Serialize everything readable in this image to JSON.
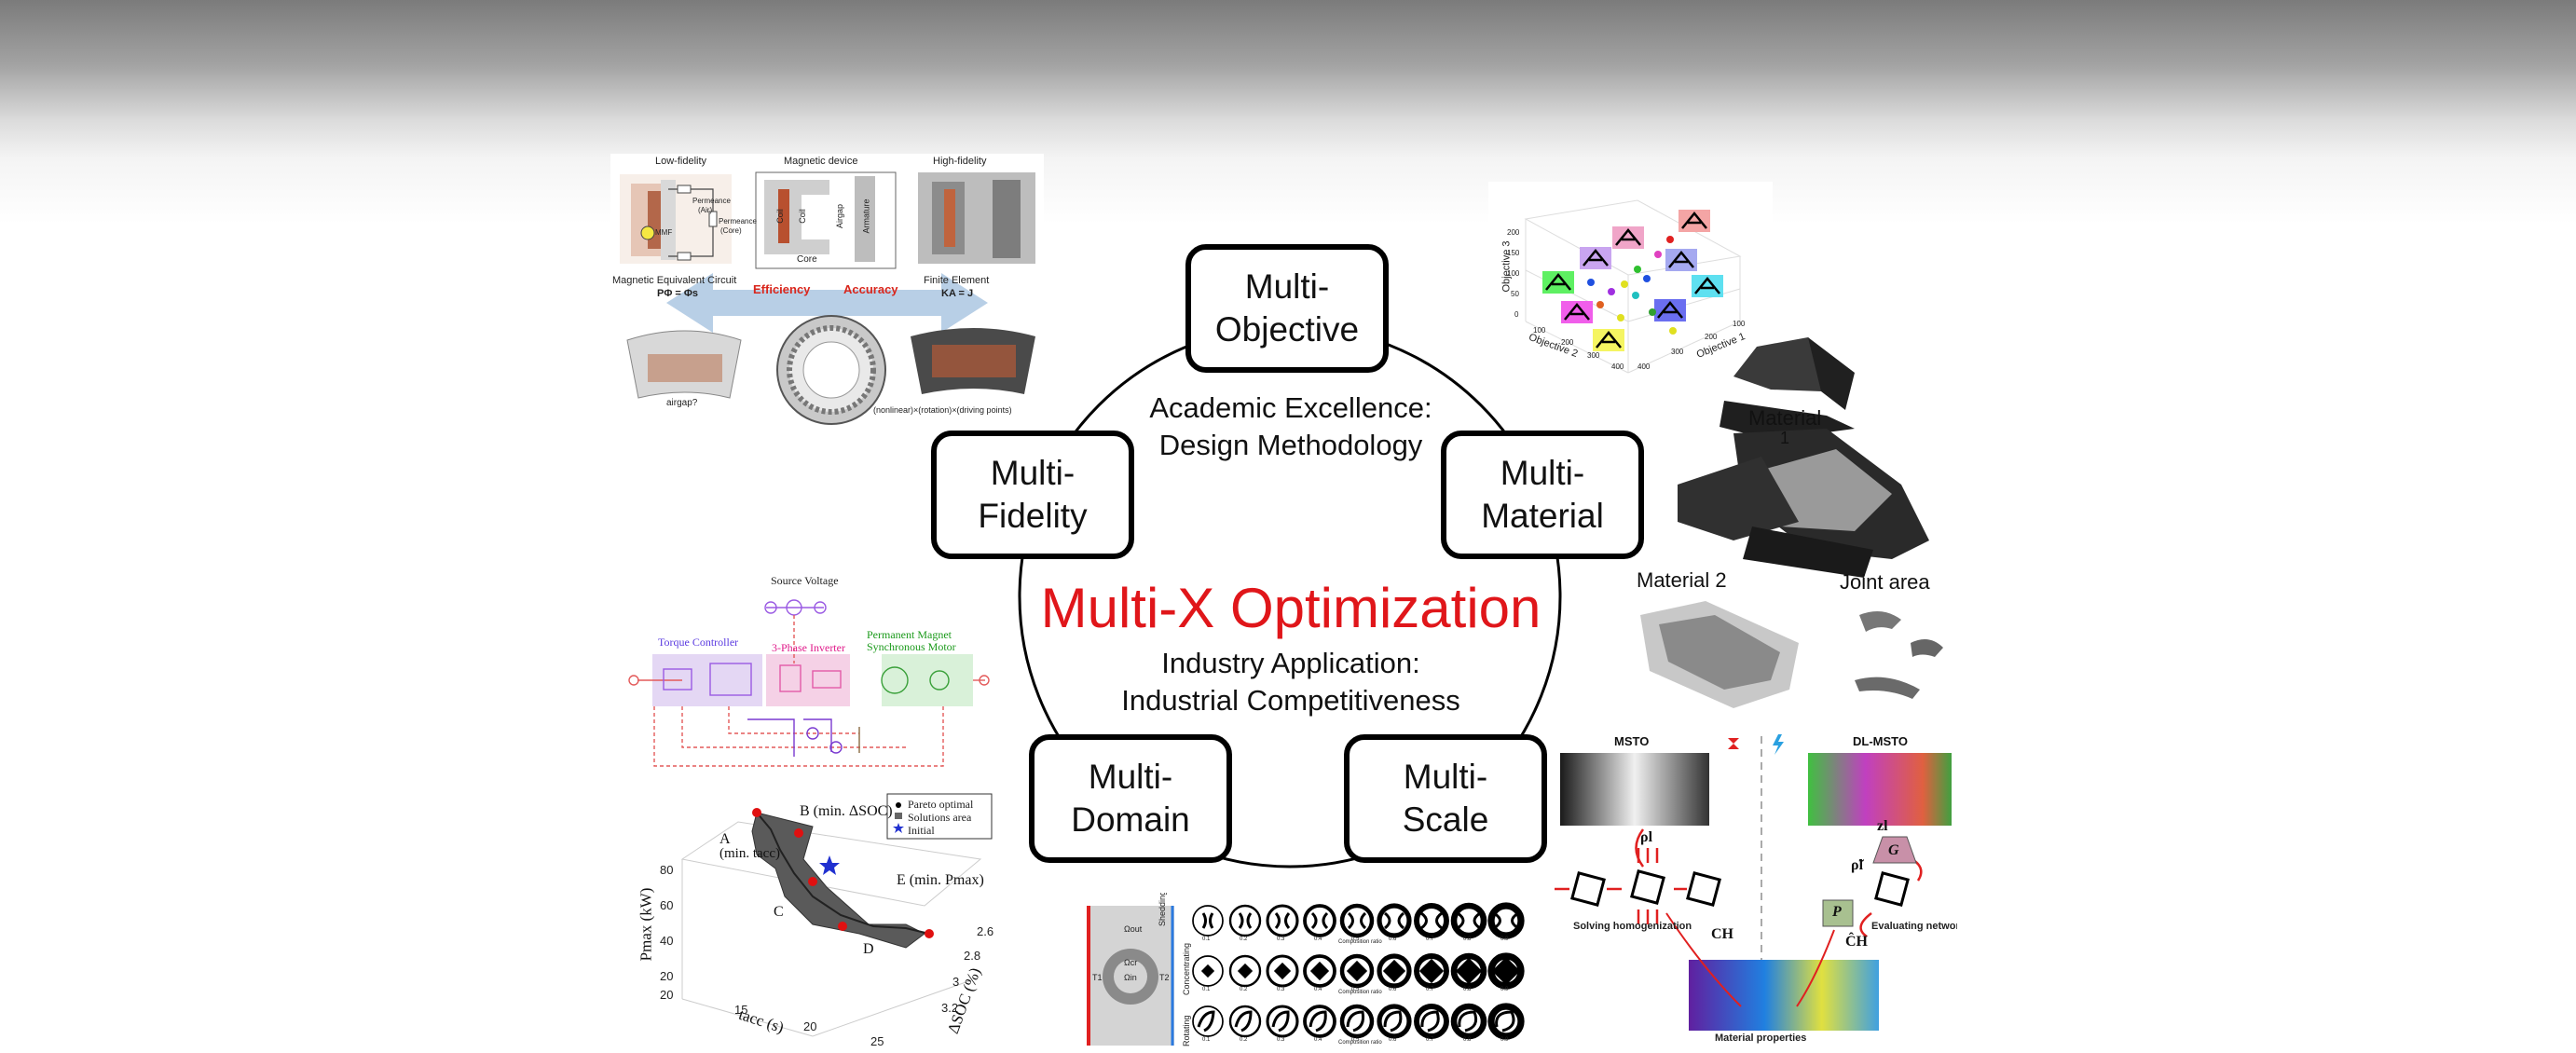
{
  "center": {
    "title": "Multi-X Optimization",
    "academic": [
      "Academic Excellence:",
      "Design Methodology"
    ],
    "industry": [
      "Industry Application:",
      "Industrial Competitiveness"
    ]
  },
  "nodes": {
    "objective": [
      "Multi-",
      "Objective"
    ],
    "fidelity": [
      "Multi-",
      "Fidelity"
    ],
    "material": [
      "Multi-",
      "Material"
    ],
    "domain": [
      "Multi-",
      "Domain"
    ],
    "scale": [
      "Multi-",
      "Scale"
    ]
  },
  "fidelity_panel": {
    "low": "Low-fidelity",
    "device": "Magnetic device",
    "high": "High-fidelity",
    "permeance_air": "Permeance",
    "air": "(Air)",
    "permeance_core": "Permeance",
    "core_paren": "(Core)",
    "mmf": "MMF",
    "coil1": "Coil",
    "coil2": "Coil",
    "core": "Core",
    "airgap": "Airgap",
    "armature": "Armature",
    "mec": "Magnetic Equivalent Circuit",
    "mec_eq": "PΦ = Φs",
    "fe": "Finite Element",
    "fe_eq": "KA = J",
    "efficiency": "Efficiency",
    "accuracy": "Accuracy",
    "airgap_q": "airgap?",
    "fe_note": "(nonlinear)×(rotation)×(driving points)"
  },
  "objective_panel": {
    "z_label": "Objective 3",
    "x_label": "Objective 2",
    "y_label": "Objective 1",
    "z_ticks": [
      "200",
      "150",
      "100",
      "50",
      "0"
    ],
    "x_ticks": [
      "100",
      "200",
      "300",
      "400"
    ],
    "y_ticks": [
      "400",
      "300",
      "200",
      "100"
    ]
  },
  "material_panel": {
    "m1": "Material",
    "m1_num": "1",
    "m2": "Material 2",
    "joint": "Joint area"
  },
  "domain_panel": {
    "source": "Source Voltage",
    "torque": "Torque Controller",
    "inverter": "3-Phase Inverter",
    "pm1": "Permanent Magnet",
    "pm2": "Synchronous Motor",
    "legend": [
      "Pareto optimal",
      "Solutions area",
      "Initial"
    ],
    "pt_a": "A",
    "pt_a2": "(min. tacc)",
    "pt_b": "B (min. ΔSOC)",
    "pt_c": "C",
    "pt_d": "D",
    "pt_e": "E (min. Pmax)",
    "z_label": "Pmax (kW)",
    "x_label": "tacc (s)",
    "y_label": "ΔSOC (%)",
    "z_ticks": [
      "80",
      "60",
      "40",
      "20"
    ],
    "x_ticks": [
      "20",
      "15",
      "20",
      "25"
    ],
    "y_ticks": [
      "2.6",
      "2.8",
      "3",
      "3.2"
    ]
  },
  "scale_panel": {
    "msto": "MSTO",
    "dl": "DL-MSTO",
    "rho": "ρl",
    "rho_tilde": "ρ̃l",
    "z": "zl",
    "g": "G",
    "p": "P",
    "solving": "Solving homogenization",
    "evaluating": "Evaluating networks",
    "ch": "CH",
    "ch_hat": "ĈH",
    "props": "Material properties"
  },
  "bottom_panel": {
    "rows": [
      "Shedding",
      "Concentrating",
      "Rotating"
    ],
    "row_label": "Composition ratio",
    "cols": [
      "0.1",
      "0.2",
      "0.3",
      "0.4",
      "0.5",
      "0.6",
      "0.7",
      "0.8",
      "0.9"
    ],
    "omega_out": "Ωout",
    "omega_in": "Ωin",
    "omega_cr": "Ωcr",
    "t1": "T1",
    "t2": "T2"
  },
  "colors": {
    "accent": "#e0161a",
    "arrow": "#b8cfe6"
  }
}
